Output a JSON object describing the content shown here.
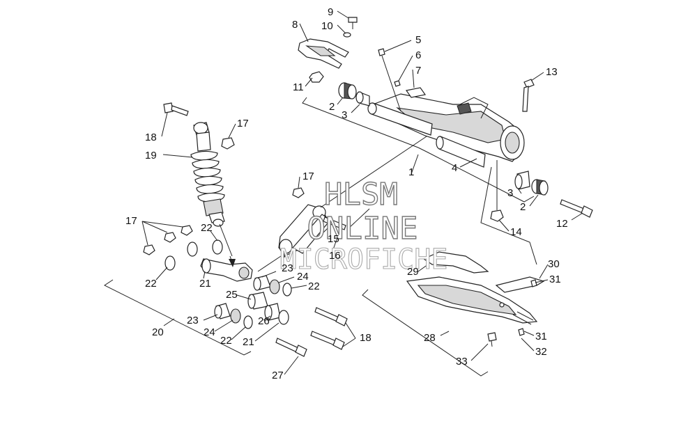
{
  "labels": {
    "l1": "1",
    "l2a": "2",
    "l2b": "2",
    "l3a": "3",
    "l3b": "3",
    "l4": "4",
    "l5": "5",
    "l6": "6",
    "l7": "7",
    "l8": "8",
    "l9": "9",
    "l10": "10",
    "l11": "11",
    "l12": "12",
    "l13": "13",
    "l14": "14",
    "l15": "15",
    "l16": "16",
    "l17a": "17",
    "l17b": "17",
    "l17c": "17",
    "l18a": "18",
    "l18b": "18",
    "l19": "19",
    "l20": "20",
    "l21a": "21",
    "l21b": "21",
    "l22a": "22",
    "l22b": "22",
    "l22c": "22",
    "l22d": "22",
    "l23a": "23",
    "l23b": "23",
    "l24a": "24",
    "l24b": "24",
    "l25": "25",
    "l26": "26",
    "l27": "27",
    "l28": "28",
    "l29": "29",
    "l30": "30",
    "l31a": "31",
    "l31b": "31",
    "l32": "32",
    "l33": "33"
  },
  "watermark": {
    "line1": "HLSM",
    "line2": "ONLINE",
    "line3": "MICROFICHE"
  }
}
